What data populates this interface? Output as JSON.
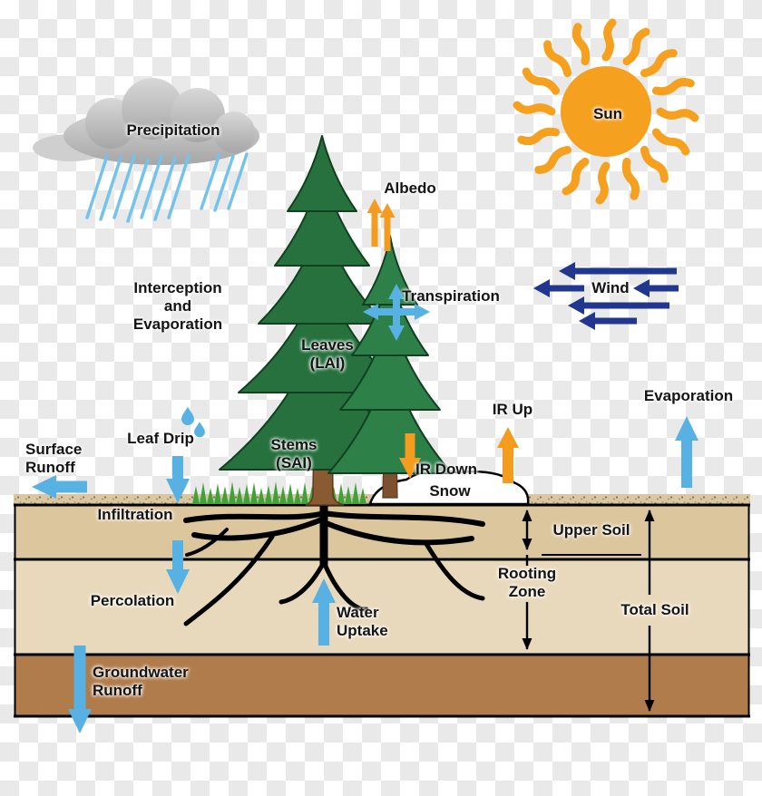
{
  "colors": {
    "water_arrow": "#57b2e3",
    "radiation_arrow": "#f39c1f",
    "wind_arrow": "#21368e",
    "foliage": "#26713e",
    "trunk": "#8a5a33",
    "upper_soil": "#dcc69e",
    "lower_soil": "#e9d9bc",
    "deep_soil": "#b17c4c",
    "cloud": "#b9b9b9",
    "sun": "#f5a01f"
  },
  "labels": {
    "atmosphere": {
      "sun": "Sun",
      "precipitation": "Precipitation",
      "wind": "Wind",
      "albedo": "Albedo",
      "transpiration": "Transpiration",
      "evaporation": "Evaporation",
      "ir_up": "IR Up",
      "ir_down": "IR Down",
      "interception": "Interception\nand\nEvaporation"
    },
    "vegetation": {
      "leaves": "Leaves\n(LAI)",
      "stems": "Stems\n(SAI)",
      "leaf_drip": "Leaf Drip",
      "snow": "Snow"
    },
    "water": {
      "surface_runoff": "Surface\nRunoff",
      "infiltration": "Infiltration",
      "percolation": "Percolation",
      "water_uptake": "Water\nUptake",
      "groundwater_runoff": "Groundwater\nRunoff"
    },
    "soil": {
      "upper_soil": "Upper Soil",
      "rooting_zone": "Rooting\nZone",
      "total_soil": "Total Soil"
    }
  }
}
